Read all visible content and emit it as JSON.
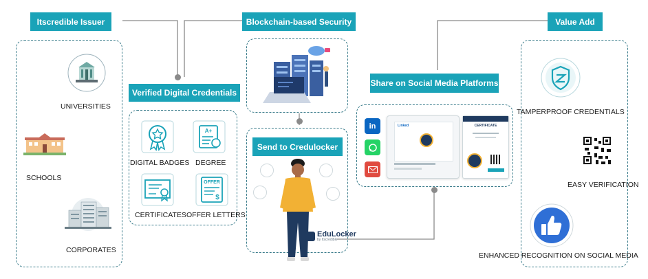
{
  "issuer": {
    "tag": "Itscredible Issuer",
    "items": [
      "UNIVERSITIES",
      "SCHOOLS",
      "CORPORATES"
    ]
  },
  "verified": {
    "tag": "Verified Digital Credentials",
    "items": [
      "DIGITAL BADGES",
      "DEGREE",
      "CERTIFICATES",
      "OFFER LETTERS"
    ],
    "degree_mark": "A+",
    "offer_mark": "OFFER",
    "dollar_mark": "$"
  },
  "security": {
    "tag": "Blockchain-based Security"
  },
  "send": {
    "tag": "Send to Credulocker",
    "logo": "EduLocker",
    "logo_sub": "by Itscredible"
  },
  "share": {
    "tag": "Share on Social Media Platforms",
    "linkedin": "in",
    "post_label": "Linked",
    "cert_title": "CERTIFICATE"
  },
  "value": {
    "tag": "Value Add",
    "items": [
      "TAMPERPROOF CREDENTIALS",
      "EASY VERIFICATION",
      "ENHANCED RECOGNITION ON SOCIAL MEDIA"
    ]
  },
  "colors": {
    "teal": "#1aa3b8",
    "dash": "#3c7d8c",
    "linkedin": "#0a66c2",
    "whatsapp": "#25d366",
    "mail": "#e04a3f",
    "navy": "#1f3a5f",
    "yellow": "#f2b134"
  }
}
